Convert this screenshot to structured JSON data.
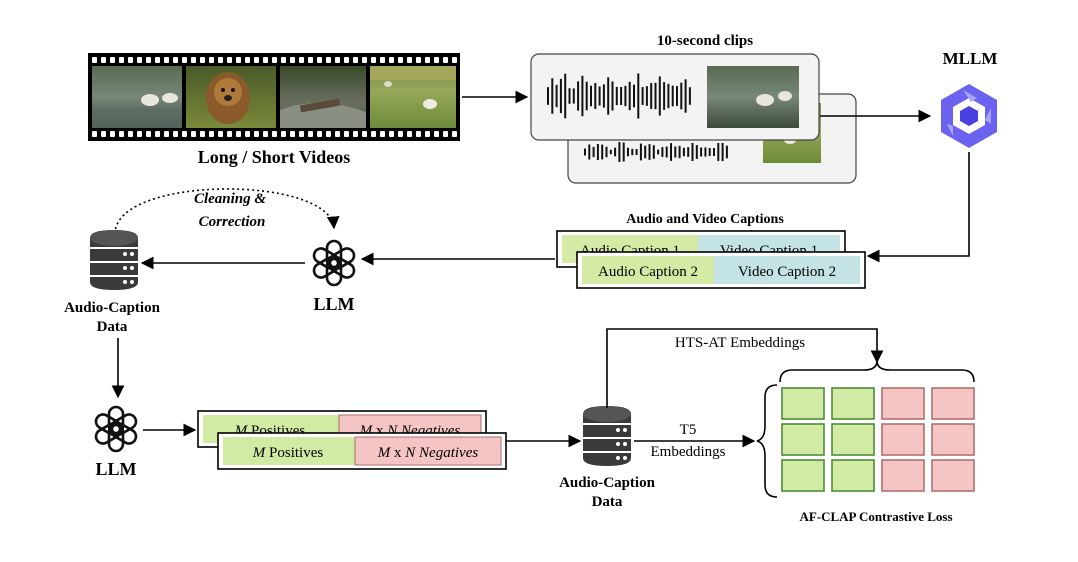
{
  "videos": {
    "label": "Long / Short Videos",
    "frames": [
      "river-frame",
      "puppy-frame",
      "stream-frame",
      "lamb-frame"
    ]
  },
  "clips": {
    "title": "10-second clips"
  },
  "mllm": {
    "label": "MLLM"
  },
  "captions": {
    "title": "Audio and Video Captions",
    "row1": {
      "audio": "Audio Caption 1",
      "video": "Video Caption 1"
    },
    "row2": {
      "audio": "Audio Caption 2",
      "video": "Video Caption 2"
    }
  },
  "llm_top": {
    "label": "LLM"
  },
  "cleaning": {
    "line1": "Cleaning &",
    "line2": "Correction"
  },
  "db_top": {
    "line1": "Audio-Caption",
    "line2": "Data"
  },
  "llm_bottom": {
    "label": "LLM"
  },
  "pairs": {
    "m": "M",
    "positives": " Positives",
    "mxn": "M",
    "x": " x ",
    "n": "N",
    "negatives": " Negatives"
  },
  "db_bottom": {
    "line1": "Audio-Caption",
    "line2": "Data"
  },
  "edges": {
    "hts": "HTS-AT Embeddings",
    "t5_line1": "T5",
    "t5_line2": "Embeddings"
  },
  "loss": {
    "title": "AF-CLAP Contrastive Loss",
    "grid": [
      [
        "pos",
        "pos",
        "neg",
        "neg"
      ],
      [
        "pos",
        "pos",
        "neg",
        "neg"
      ],
      [
        "pos",
        "pos",
        "neg",
        "neg"
      ]
    ]
  },
  "colors": {
    "audio_fill": "#d5eba5",
    "video_fill": "#c4e3e4",
    "positive_fill": "#d2eba4",
    "negative_fill": "#f4c5c3",
    "pos_stroke": "#4d8a3a",
    "neg_stroke": "#b07070",
    "grid_border": "#236b3a",
    "mllm_logo": "#6b63f0"
  }
}
